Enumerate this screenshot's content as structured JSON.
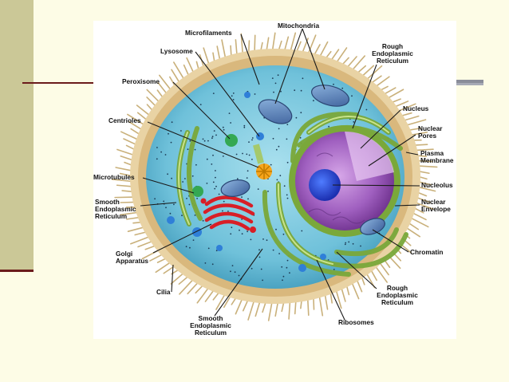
{
  "labels": {
    "microfilaments": "Microfilaments",
    "mitochondria": "Mitochondria",
    "lysosome": "Lysosome",
    "rough_er_top": "Rough\nEndoplasmic\nReticulum",
    "peroxisome": "Peroxisome",
    "nucleus": "Nucleus",
    "centrioles": "Centrioles",
    "nuclear_pores": "Nuclear\nPores",
    "plasma_membrane": "Plasma\nMembrane",
    "microtubules": "Microtubules",
    "nucleolus": "Nucleolus",
    "smooth_er_left": "Smooth\nEndoplasmic\nReticulum",
    "nuclear_envelope": "Nuclear\nEnvelope",
    "golgi": "Golgi\nApparatus",
    "chromatin": "Chromatin",
    "rough_er_bottom": "Rough\nEndoplasmic\nReticulum",
    "cilia": "Cilia",
    "ribosomes": "Ribosomes",
    "smooth_er_bottom": "Smooth\nEndoplasmic\nReticulum"
  },
  "colors": {
    "slide_bg": "#fdfce6",
    "accent_bar": "#cbc897",
    "rule": "#6b1b1b",
    "cytoplasm": "#7cc8de",
    "nucleus": "#9b5cb5",
    "golgi": "#d81f26",
    "er": "#7aa83a"
  }
}
